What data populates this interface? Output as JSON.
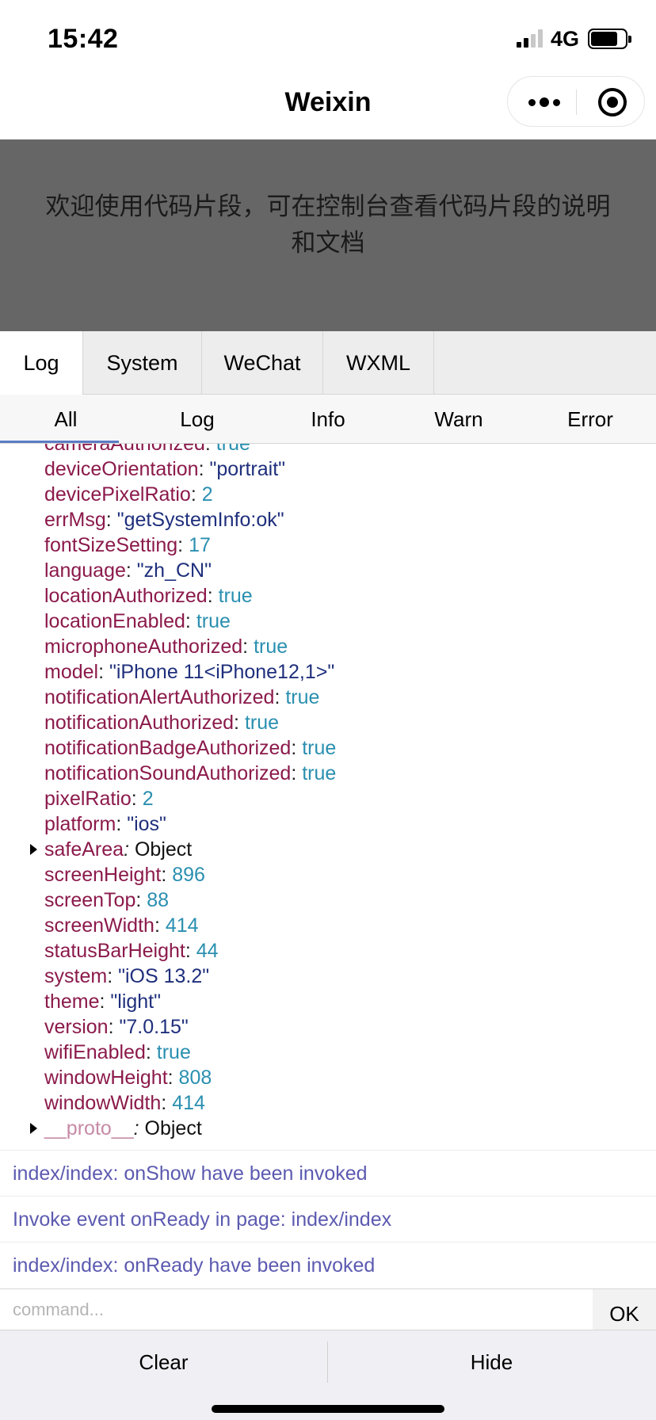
{
  "status_bar": {
    "time": "15:42",
    "network": "4G"
  },
  "nav": {
    "title": "Weixin"
  },
  "banner": {
    "text": "欢迎使用代码片段，可在控制台查看代码片段的说明和文档"
  },
  "tabs": [
    {
      "label": "Log",
      "active": true
    },
    {
      "label": "System",
      "active": false
    },
    {
      "label": "WeChat",
      "active": false
    },
    {
      "label": "WXML",
      "active": false
    }
  ],
  "filters": [
    {
      "label": "All",
      "active": true
    },
    {
      "label": "Log",
      "active": false
    },
    {
      "label": "Info",
      "active": false
    },
    {
      "label": "Warn",
      "active": false
    },
    {
      "label": "Error",
      "active": false
    }
  ],
  "properties": [
    {
      "key": "cameraAuthorized",
      "value": "true",
      "type": "num"
    },
    {
      "key": "deviceOrientation",
      "value": "\"portrait\"",
      "type": "str"
    },
    {
      "key": "devicePixelRatio",
      "value": "2",
      "type": "num"
    },
    {
      "key": "errMsg",
      "value": "\"getSystemInfo:ok\"",
      "type": "str"
    },
    {
      "key": "fontSizeSetting",
      "value": "17",
      "type": "num"
    },
    {
      "key": "language",
      "value": "\"zh_CN\"",
      "type": "str"
    },
    {
      "key": "locationAuthorized",
      "value": "true",
      "type": "num"
    },
    {
      "key": "locationEnabled",
      "value": "true",
      "type": "num"
    },
    {
      "key": "microphoneAuthorized",
      "value": "true",
      "type": "num"
    },
    {
      "key": "model",
      "value": "\"iPhone 11<iPhone12,1>\"",
      "type": "str"
    },
    {
      "key": "notificationAlertAuthorized",
      "value": "true",
      "type": "num"
    },
    {
      "key": "notificationAuthorized",
      "value": "true",
      "type": "num"
    },
    {
      "key": "notificationBadgeAuthorized",
      "value": "true",
      "type": "num"
    },
    {
      "key": "notificationSoundAuthorized",
      "value": "true",
      "type": "num"
    },
    {
      "key": "pixelRatio",
      "value": "2",
      "type": "num"
    },
    {
      "key": "platform",
      "value": "\"ios\"",
      "type": "str"
    },
    {
      "key": "safeArea",
      "value": "Object",
      "type": "obj",
      "expandable": true
    },
    {
      "key": "screenHeight",
      "value": "896",
      "type": "num"
    },
    {
      "key": "screenTop",
      "value": "88",
      "type": "num"
    },
    {
      "key": "screenWidth",
      "value": "414",
      "type": "num"
    },
    {
      "key": "statusBarHeight",
      "value": "44",
      "type": "num"
    },
    {
      "key": "system",
      "value": "\"iOS 13.2\"",
      "type": "str"
    },
    {
      "key": "theme",
      "value": "\"light\"",
      "type": "str"
    },
    {
      "key": "version",
      "value": "\"7.0.15\"",
      "type": "str"
    },
    {
      "key": "wifiEnabled",
      "value": "true",
      "type": "num"
    },
    {
      "key": "windowHeight",
      "value": "808",
      "type": "num"
    },
    {
      "key": "windowWidth",
      "value": "414",
      "type": "num"
    },
    {
      "key": "__proto__",
      "value": "Object",
      "type": "obj",
      "expandable": true,
      "proto": true
    }
  ],
  "log_lines": [
    "index/index: onShow have been invoked",
    "Invoke event onReady in page: index/index",
    "index/index: onReady have been invoked"
  ],
  "command": {
    "placeholder": "command...",
    "ok_label": "OK"
  },
  "footer": {
    "clear_label": "Clear",
    "hide_label": "Hide"
  }
}
